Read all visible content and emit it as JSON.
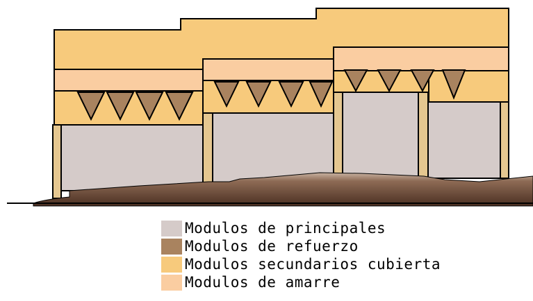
{
  "colors": {
    "principales": "#d5cbc9",
    "refuerzo": "#a9835f",
    "secundarios_cubierta": "#f7ca7c",
    "amarre": "#facda1",
    "post": "#e5c790",
    "ground": "#8b6a54",
    "stroke": "#000000"
  },
  "legend": [
    {
      "label": "Modulos de principales",
      "color_key": "principales"
    },
    {
      "label": "Modulos de refuerzo",
      "color_key": "refuerzo"
    },
    {
      "label": "Modulos secundarios cubierta",
      "color_key": "secundarios_cubierta"
    },
    {
      "label": "Modulos de amarre",
      "color_key": "amarre"
    }
  ]
}
